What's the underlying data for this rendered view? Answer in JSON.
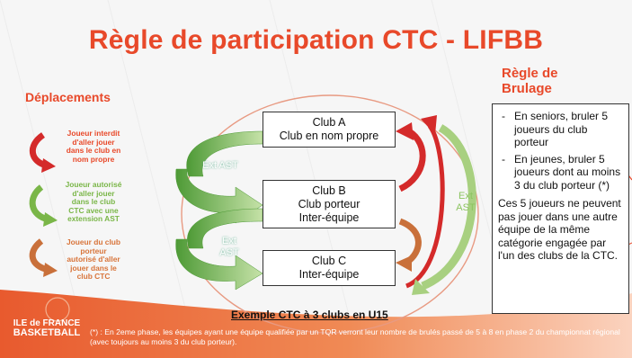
{
  "title": "Règle de participation CTC - LIFBB",
  "deplacements": {
    "heading": "Déplacements",
    "items": [
      {
        "text": "Joueur interdit d'aller jouer dans le club en nom propre",
        "color": "#e8492a"
      },
      {
        "text": "Joueur autorisé d'aller jouer dans le club CTC avec une extension AST",
        "color": "#7ab648"
      },
      {
        "text": "Joueur du club porteur autorisé d'aller jouer dans le club CTC",
        "color": "#d8743a"
      }
    ]
  },
  "clubs": {
    "a": {
      "line1": "Club A",
      "line2": "Club en nom propre"
    },
    "b": {
      "line1": "Club B",
      "line2": "Club porteur",
      "line3": "Inter-équipe"
    },
    "c": {
      "line1": "Club C",
      "line2": "Inter-équipe"
    }
  },
  "arrow_labels": {
    "ext_ast_top": "Ext AST",
    "ext_ast_bottom_1": "Ext",
    "ext_ast_bottom_2": "AST",
    "ext_ast_right_1": "Ext",
    "ext_ast_right_2": "AST"
  },
  "brulage": {
    "heading_1": "Règle de",
    "heading_2": "Brulage",
    "items": [
      "En seniors, bruler 5 joueurs du club porteur",
      "En jeunes, bruler 5 joueurs dont au moins 3 du club porteur (*)"
    ],
    "paragraph": "Ces 5 joueurs ne peuvent pas jouer dans une autre équipe de la même catégorie engagée par l'un des clubs de la CTC."
  },
  "exemple": "Exemple CTC à 3 clubs en U15",
  "footnote": "(*) : En 2eme phase, les équipes ayant une équipe qualifiée par un TQR verront leur nombre de brulés passé de 5 à 8 en phase 2 du championnat régional (avec toujours au moins 3 du club porteur).",
  "logo": {
    "line1": "ILE de FRANCE",
    "line2": "BASKETBALL"
  },
  "colors": {
    "accent": "#e8492a",
    "green": "#7ab648",
    "orange": "#d8743a",
    "red": "#d42a2a"
  }
}
